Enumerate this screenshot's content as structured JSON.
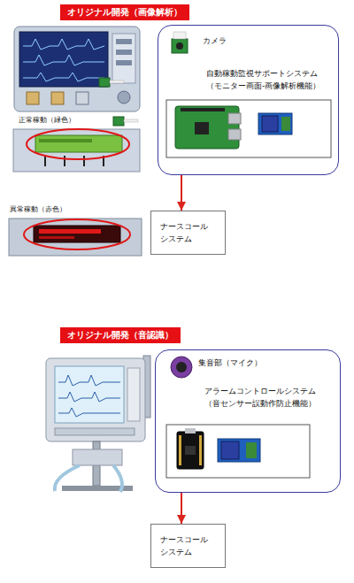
{
  "diagram": {
    "nodes": [
      {
        "text": [
          "オリジナル開発（画像解析）"
        ]
      },
      {
        "text": [
          "カメラ",
          "自動稼動監視サポートシステム",
          "（モニター画面-画像解析機能）"
        ]
      },
      {
        "text": [
          "ナースコール システム"
        ]
      },
      {
        "text": [
          "オリジナル開発（音認識）"
        ]
      },
      {
        "text": [
          "集音部（マイク）",
          "アラームコントロールシステム",
          "（音センサー誤動作防止機能）"
        ]
      },
      {
        "text": [
          "ナースコール システム"
        ]
      }
    ],
    "edges": [
      {
        "from": 1,
        "to": 2,
        "arrow": "to"
      },
      {
        "from": 4,
        "to": 5,
        "arrow": "to"
      }
    ],
    "labels": [
      "正常稼動（緑色）",
      "異常稼動（赤色）"
    ]
  }
}
